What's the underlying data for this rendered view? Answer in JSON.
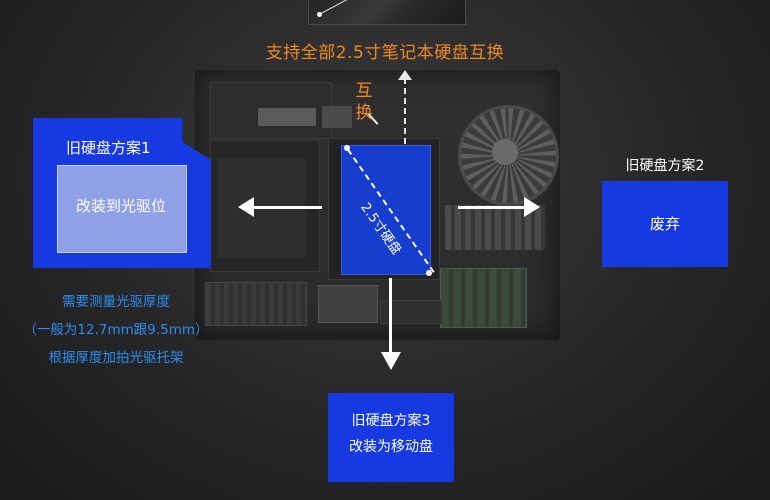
{
  "headline": "支持全部2.5寸笔记本硬盘互换",
  "swap_label": "互\n换",
  "drive_label": "2.5寸硬盘",
  "scheme1": {
    "title": "旧硬盘方案1",
    "action": "改装到光驱位",
    "notes": [
      "需要测量光驱厚度",
      "（一般为12.7mm跟9.5mm）",
      "根据厚度加拍光驱托架"
    ]
  },
  "scheme2": {
    "title": "旧硬盘方案2",
    "action": "废弃"
  },
  "scheme3": {
    "title": "旧硬盘方案3",
    "action": "改装为移动盘"
  },
  "colors": {
    "accent_orange": "#f08a1c",
    "scheme_blue": "#1739e0",
    "note_blue": "#2b8ff0",
    "arrow": "#ffffff"
  }
}
